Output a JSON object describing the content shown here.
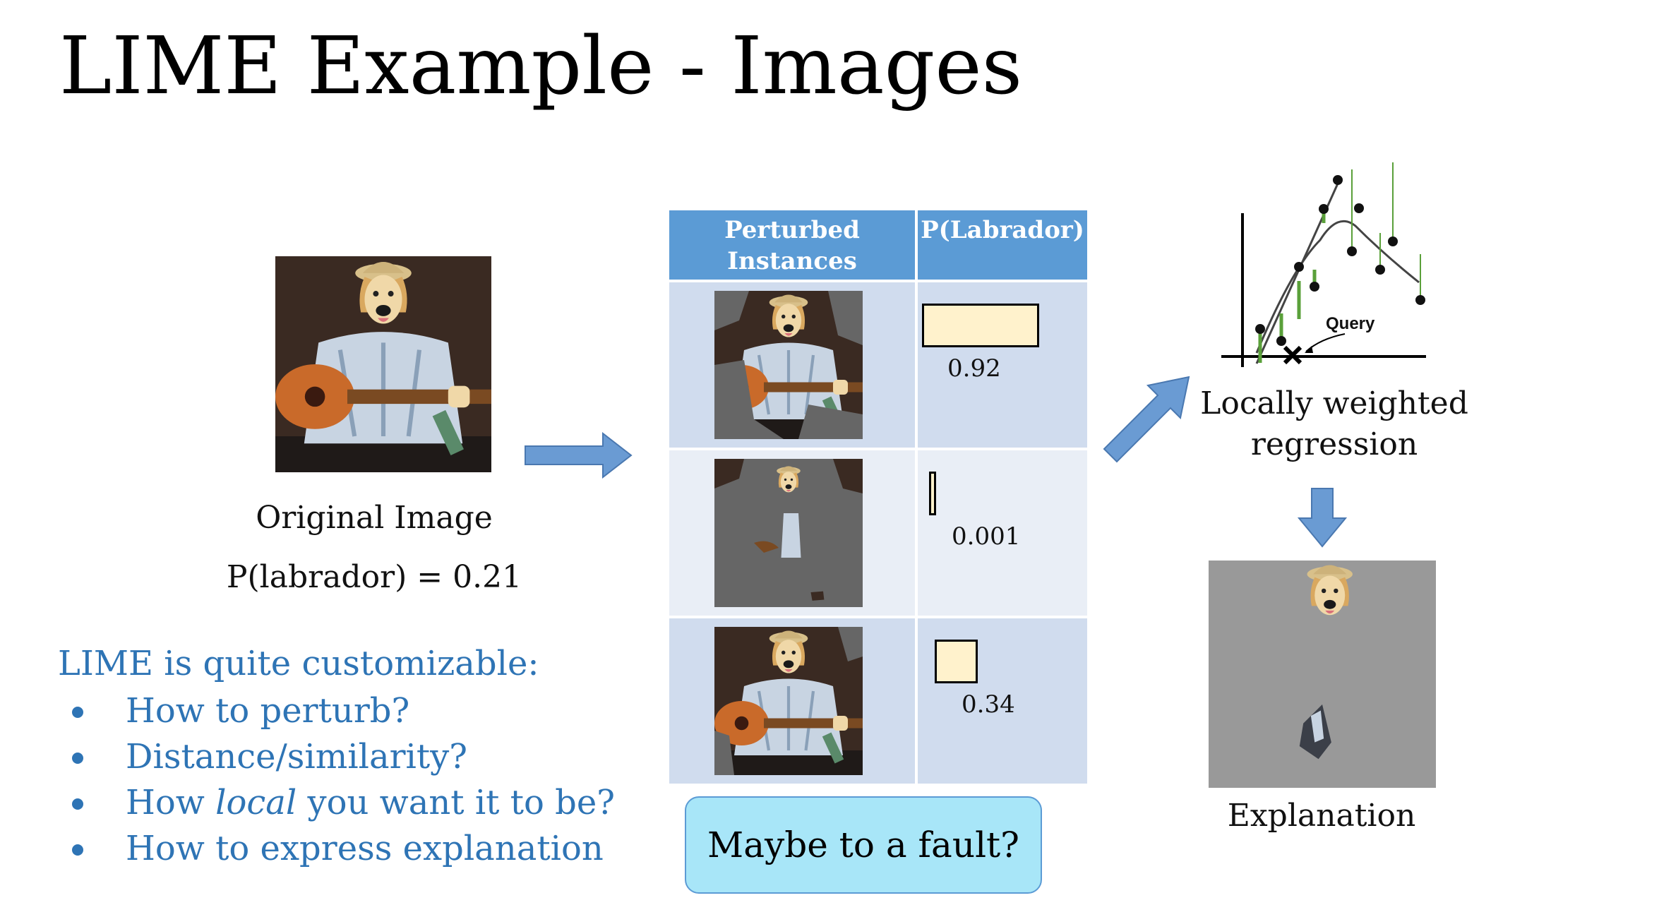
{
  "slide": {
    "title": "LIME Example - Images"
  },
  "original": {
    "label": "Original Image",
    "probability_text": "P(labrador)  = 0.21"
  },
  "table": {
    "header_instances": "Perturbed Instances",
    "header_probability": "P(Labrador)",
    "rows": [
      {
        "probability": 0.92,
        "label": "0.92"
      },
      {
        "probability": 0.001,
        "label": "0.001"
      },
      {
        "probability": 0.34,
        "label": "0.34"
      }
    ]
  },
  "regression": {
    "query_label": "Query",
    "caption_line1": "Locally weighted",
    "caption_line2": "regression"
  },
  "explanation": {
    "caption": "Explanation"
  },
  "customizable": {
    "heading": "LIME is quite customizable:",
    "items": [
      {
        "text": "How to perturb?"
      },
      {
        "text": "Distance/similarity?"
      },
      {
        "before": "How ",
        "emphasis": "local",
        "after": " you want it to be?"
      },
      {
        "text": "How to express explanation"
      }
    ]
  },
  "callout": {
    "text": "Maybe to a fault?"
  },
  "colors": {
    "accent_blue": "#2e74b5",
    "header_blue": "#5b9bd5",
    "arrow_blue": "#6a9bd3",
    "bar_fill": "#fff2cc",
    "callout_fill": "#a8e6f8"
  }
}
